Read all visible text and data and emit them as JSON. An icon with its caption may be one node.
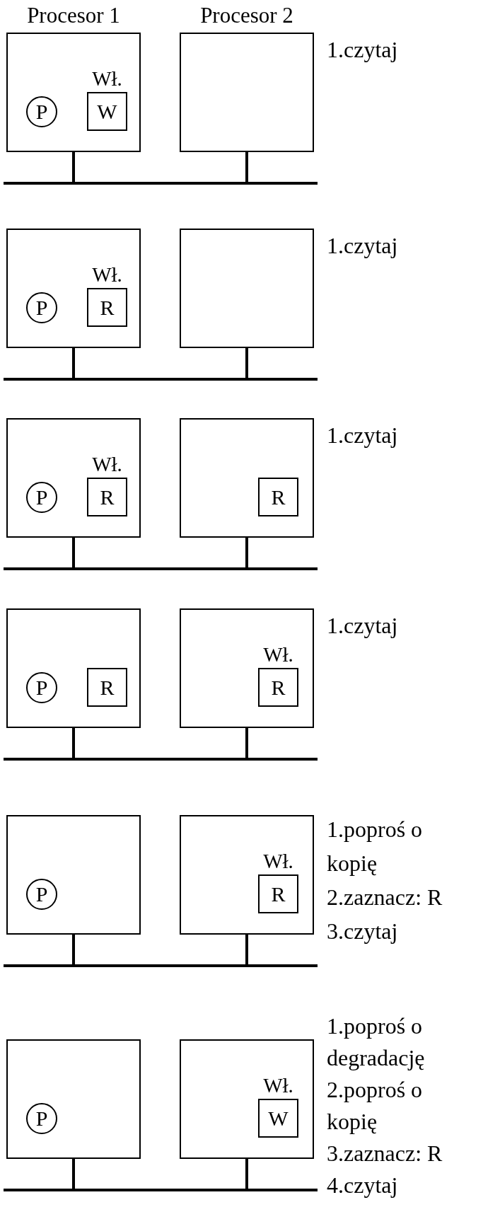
{
  "diagram": {
    "nodes": [
      {
        "text": [
          "Procesor 1"
        ]
      },
      {
        "text": [
          "P"
        ],
        "in": 0
      },
      {
        "text": [
          "W"
        ],
        "beside": [
          "Wł."
        ],
        "in": 0
      },
      {
        "text": [
          "Procesor 2"
        ]
      },
      {
        "text": [],
        "shape": "bar"
      },
      {
        "text": [],
        "shape": "box"
      },
      {
        "text": [
          "P"
        ],
        "in": 5
      },
      {
        "text": [
          "R"
        ],
        "beside": [
          "Wł."
        ],
        "in": 5
      },
      {
        "text": [],
        "shape": "box"
      },
      {
        "text": [],
        "shape": "bar"
      },
      {
        "text": [],
        "shape": "box"
      },
      {
        "text": [
          "P"
        ],
        "in": 10
      },
      {
        "text": [
          "R"
        ],
        "beside": [
          "Wł."
        ],
        "in": 10
      },
      {
        "text": [],
        "shape": "box"
      },
      {
        "text": [
          "R"
        ],
        "in": 13
      },
      {
        "text": [],
        "shape": "bar"
      },
      {
        "text": [],
        "shape": "box"
      },
      {
        "text": [
          "P"
        ],
        "in": 16
      },
      {
        "text": [
          "R"
        ],
        "in": 16
      },
      {
        "text": [],
        "shape": "box"
      },
      {
        "text": [
          "R"
        ],
        "beside": [
          "Wł."
        ],
        "in": 19
      },
      {
        "text": [],
        "shape": "bar"
      },
      {
        "text": [],
        "shape": "box"
      },
      {
        "text": [
          "P"
        ],
        "in": 22
      },
      {
        "text": [],
        "shape": "box"
      },
      {
        "text": [
          "R"
        ],
        "beside": [
          "Wł."
        ],
        "in": 24
      },
      {
        "text": [],
        "shape": "bar"
      },
      {
        "text": [],
        "shape": "box"
      },
      {
        "text": [
          "P"
        ],
        "in": 27
      },
      {
        "text": [],
        "shape": "box"
      },
      {
        "text": [
          "W"
        ],
        "beside": [
          "Wł."
        ],
        "in": 29
      },
      {
        "text": [],
        "shape": "bar"
      }
    ],
    "edges": [
      {
        "from": 0,
        "to": 4,
        "arrow": "none"
      },
      {
        "from": 3,
        "to": 4,
        "arrow": "none"
      },
      {
        "from": 5,
        "to": 9,
        "arrow": "none"
      },
      {
        "from": 8,
        "to": 9,
        "arrow": "none"
      },
      {
        "from": 10,
        "to": 15,
        "arrow": "none"
      },
      {
        "from": 13,
        "to": 15,
        "arrow": "none"
      },
      {
        "from": 16,
        "to": 21,
        "arrow": "none"
      },
      {
        "from": 19,
        "to": 21,
        "arrow": "none"
      },
      {
        "from": 22,
        "to": 26,
        "arrow": "none"
      },
      {
        "from": 24,
        "to": 26,
        "arrow": "none"
      },
      {
        "from": 27,
        "to": 31,
        "arrow": "none"
      },
      {
        "from": 29,
        "to": 31,
        "arrow": "none"
      }
    ],
    "labels": [
      "1.czytaj",
      "1.czytaj",
      "1.czytaj",
      "1.czytaj",
      "1.poproś o kopię",
      "2.zaznacz: R",
      "3.czytaj",
      "1.poproś o degradację",
      "2.poproś o kopię",
      "3.zaznacz: R",
      "4.czytaj"
    ]
  }
}
